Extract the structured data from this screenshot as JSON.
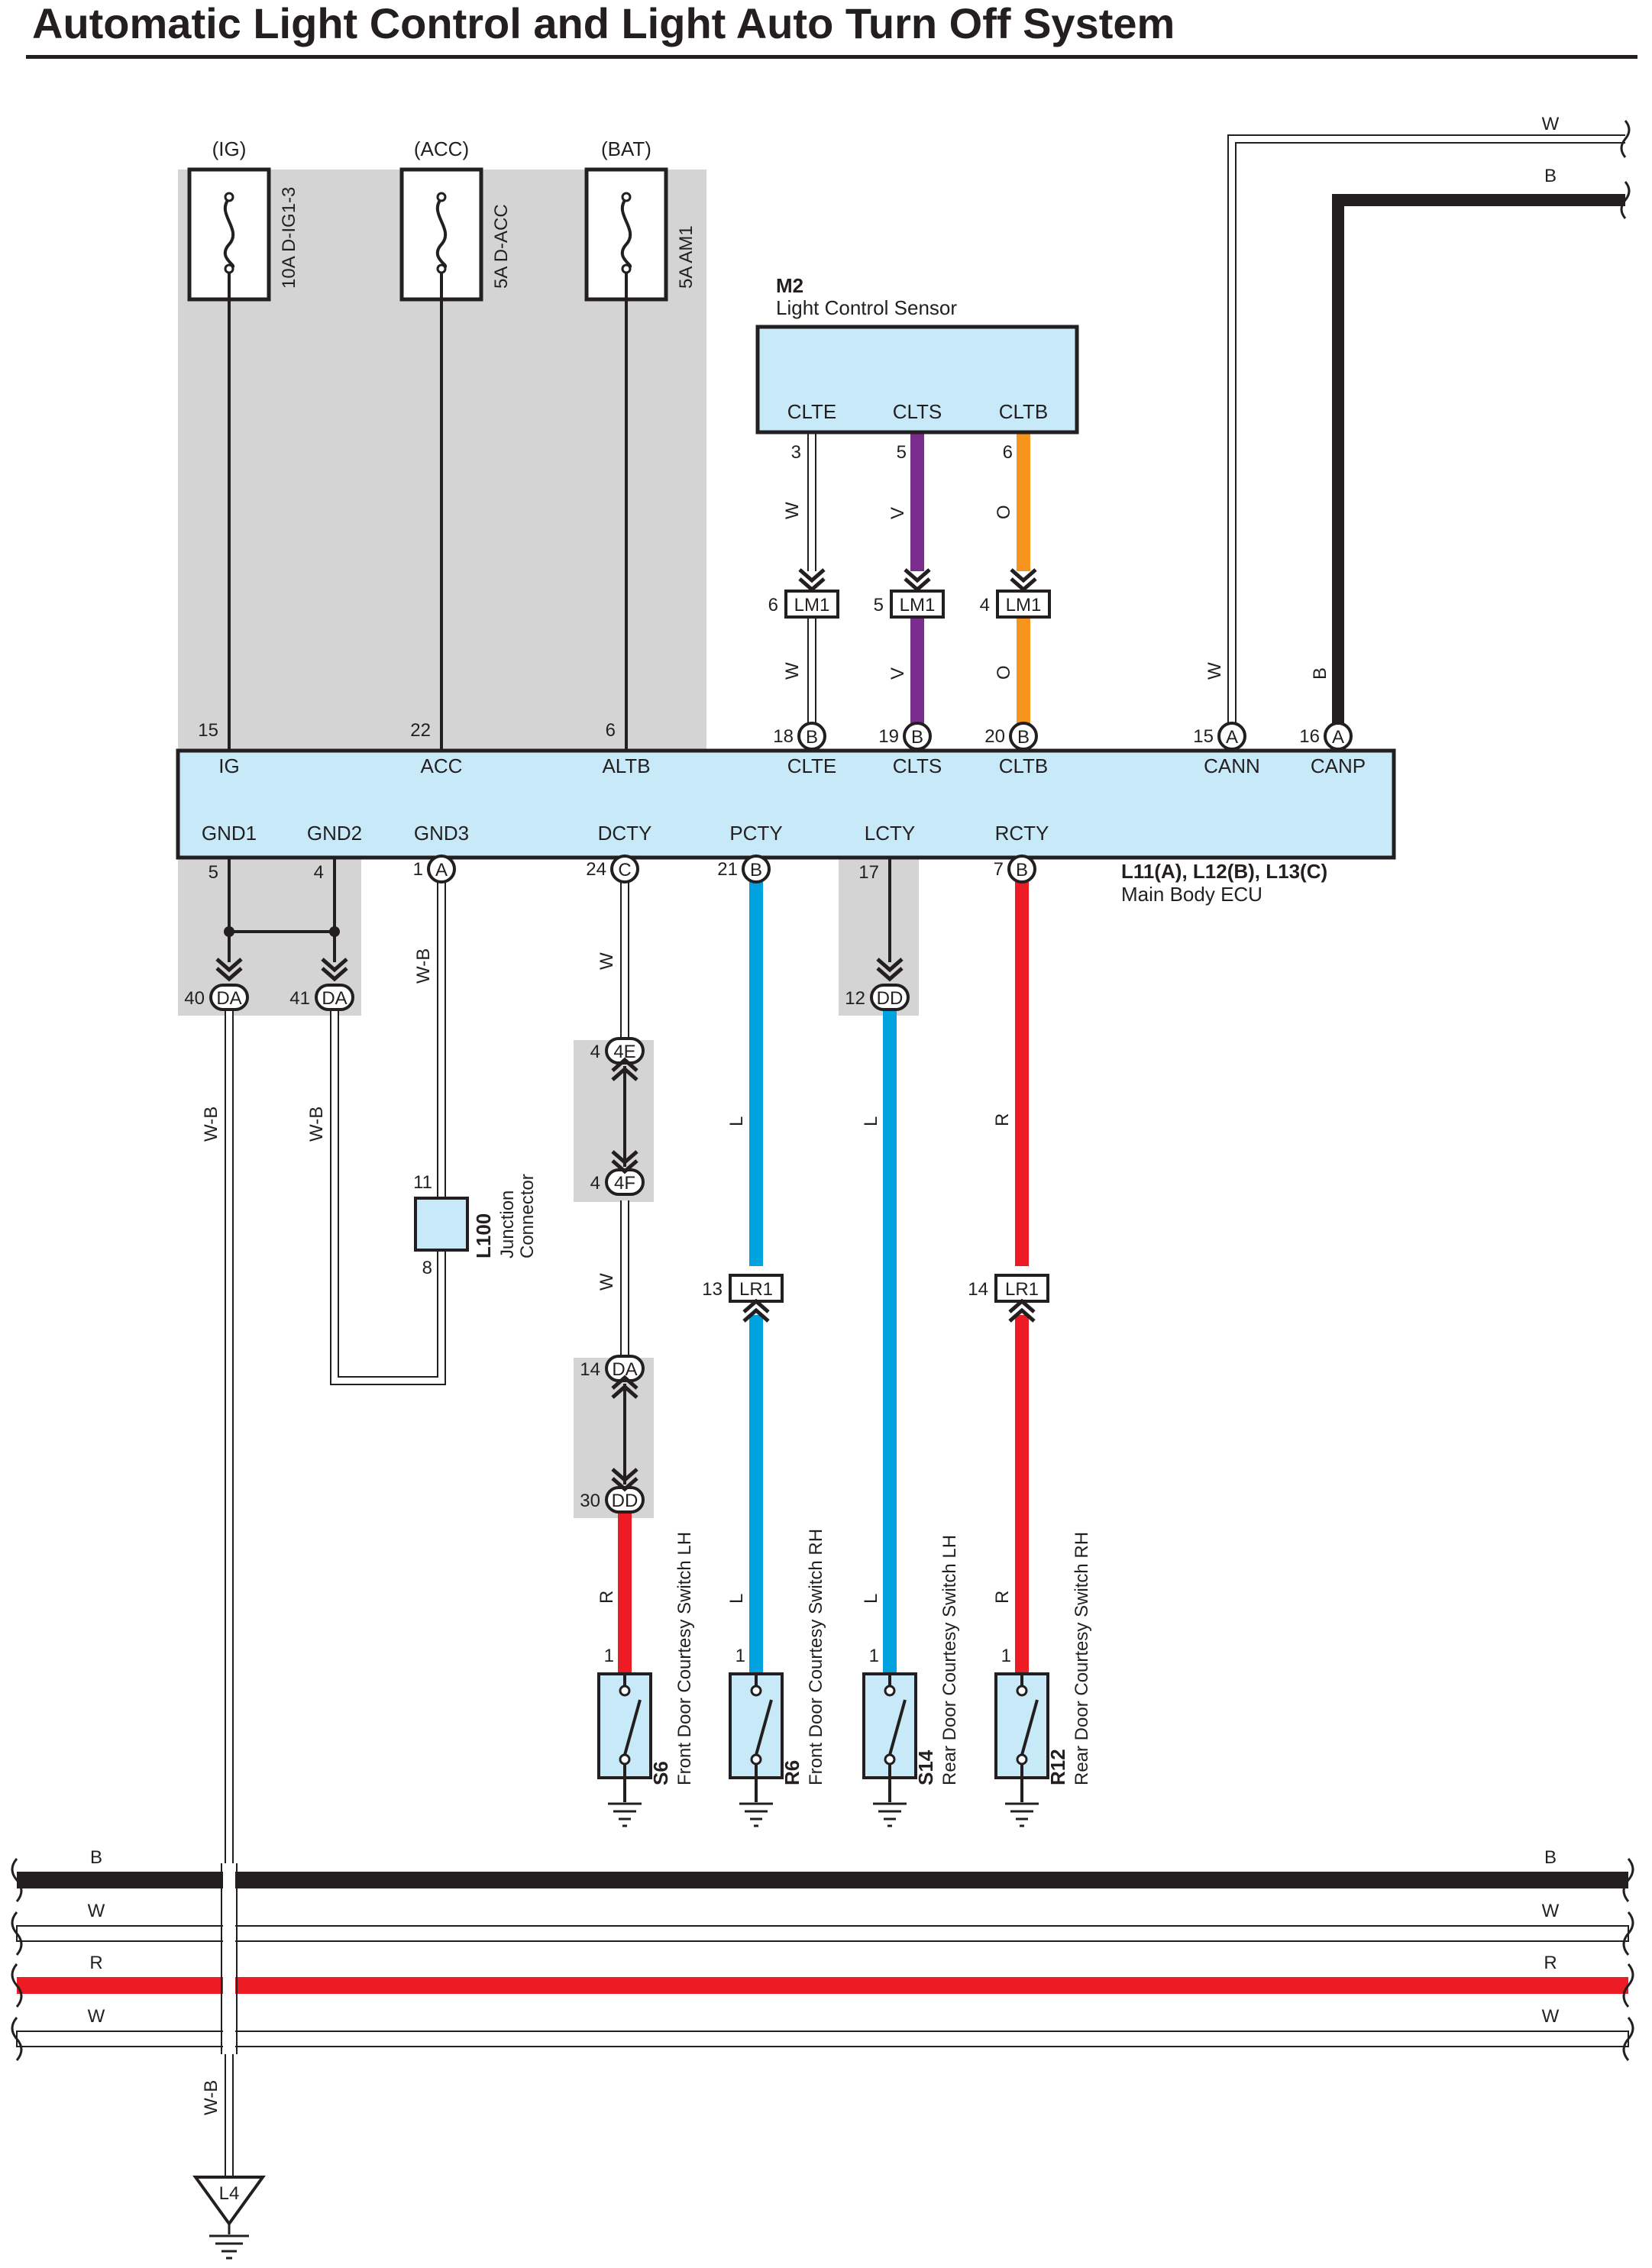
{
  "title": "Automatic Light Control and Light Auto Turn Off System",
  "colors": {
    "W": "#ffffff",
    "B": "#231f20",
    "V": "#7b2d8e",
    "O": "#f7941d",
    "L": "#00a3e0",
    "R": "#ed1c24",
    "W-B": "#ffffff",
    "component_fill": "#c8eaf8",
    "shade": "#d4d4d4"
  },
  "power_sources": [
    {
      "supply": "(IG)",
      "fuse": "10A D-IG1-3"
    },
    {
      "supply": "(ACC)",
      "fuse": "5A D-ACC"
    },
    {
      "supply": "(BAT)",
      "fuse": "5A AM1"
    }
  ],
  "sensor": {
    "code": "M2",
    "name": "Light Control Sensor",
    "pins": [
      {
        "name": "CLTE",
        "num": "3",
        "wire": "W"
      },
      {
        "name": "CLTS",
        "num": "5",
        "wire": "V"
      },
      {
        "name": "CLTB",
        "num": "6",
        "wire": "O"
      }
    ]
  },
  "lm1": {
    "label": "LM1",
    "pins": [
      {
        "num": "6",
        "wire": "W"
      },
      {
        "num": "5",
        "wire": "V"
      },
      {
        "num": "4",
        "wire": "O"
      }
    ]
  },
  "ecu": {
    "code": "L11(A), L12(B), L13(C)",
    "name": "Main Body ECU",
    "top_pins": [
      {
        "name": "IG",
        "num": "15",
        "conn": ""
      },
      {
        "name": "ACC",
        "num": "22",
        "conn": ""
      },
      {
        "name": "ALTB",
        "num": "6",
        "conn": ""
      },
      {
        "name": "CLTE",
        "num": "18",
        "conn": "B"
      },
      {
        "name": "CLTS",
        "num": "19",
        "conn": "B"
      },
      {
        "name": "CLTB",
        "num": "20",
        "conn": "B"
      },
      {
        "name": "CANN",
        "num": "15",
        "conn": "A"
      },
      {
        "name": "CANP",
        "num": "16",
        "conn": "A"
      }
    ],
    "bottom_pins": [
      {
        "name": "GND1",
        "num": "5",
        "conn": ""
      },
      {
        "name": "GND2",
        "num": "4",
        "conn": ""
      },
      {
        "name": "GND3",
        "num": "1",
        "conn": "A"
      },
      {
        "name": "DCTY",
        "num": "24",
        "conn": "C"
      },
      {
        "name": "PCTY",
        "num": "21",
        "conn": "B"
      },
      {
        "name": "LCTY",
        "num": "17",
        "conn": ""
      },
      {
        "name": "RCTY",
        "num": "7",
        "conn": "B"
      }
    ]
  },
  "can_wires": [
    {
      "label_top": "W",
      "label_side": "W"
    },
    {
      "label_top": "B",
      "label_side": "B"
    }
  ],
  "junctions": {
    "gnd_da": [
      {
        "num": "40",
        "label": "DA"
      },
      {
        "num": "41",
        "label": "DA"
      }
    ],
    "lcty_dd": {
      "num": "12",
      "label": "DD"
    },
    "j4e": {
      "num": "4",
      "label": "4E"
    },
    "j4f": {
      "num": "4",
      "label": "4F"
    },
    "j14da": {
      "num": "14",
      "label": "DA"
    },
    "j30dd": {
      "num": "30",
      "label": "DD"
    },
    "lr1": [
      {
        "num": "13",
        "label": "LR1"
      },
      {
        "num": "14",
        "label": "LR1"
      }
    ]
  },
  "junction_connector": {
    "code": "L100",
    "name_line1": "Junction",
    "name_line2": "Connector",
    "pin_top": "11",
    "pin_bottom": "8"
  },
  "wire_labels": {
    "gnd1": "W-B",
    "gnd2": "W-B",
    "gnd3": "W-B",
    "dcty_upper": "W",
    "dcty_middle": "W",
    "dcty_lower": "R",
    "pcty_upper": "L",
    "pcty_lower": "L",
    "lcty": "L",
    "lcty_lower": "L",
    "rcty_upper": "R",
    "rcty_lower": "R",
    "ground_lower": "W-B"
  },
  "switches": [
    {
      "code": "S6",
      "name": "Front Door Courtesy Switch LH",
      "pin": "1"
    },
    {
      "code": "R6",
      "name": "Front Door Courtesy Switch RH",
      "pin": "1"
    },
    {
      "code": "S14",
      "name": "Rear Door Courtesy Switch LH",
      "pin": "1"
    },
    {
      "code": "R12",
      "name": "Rear Door Courtesy Switch RH",
      "pin": "1"
    }
  ],
  "bus_wires": [
    {
      "left": "B",
      "right": "B"
    },
    {
      "left": "W",
      "right": "W"
    },
    {
      "left": "R",
      "right": "R"
    },
    {
      "left": "W",
      "right": "W"
    }
  ],
  "ground_point": "L4"
}
